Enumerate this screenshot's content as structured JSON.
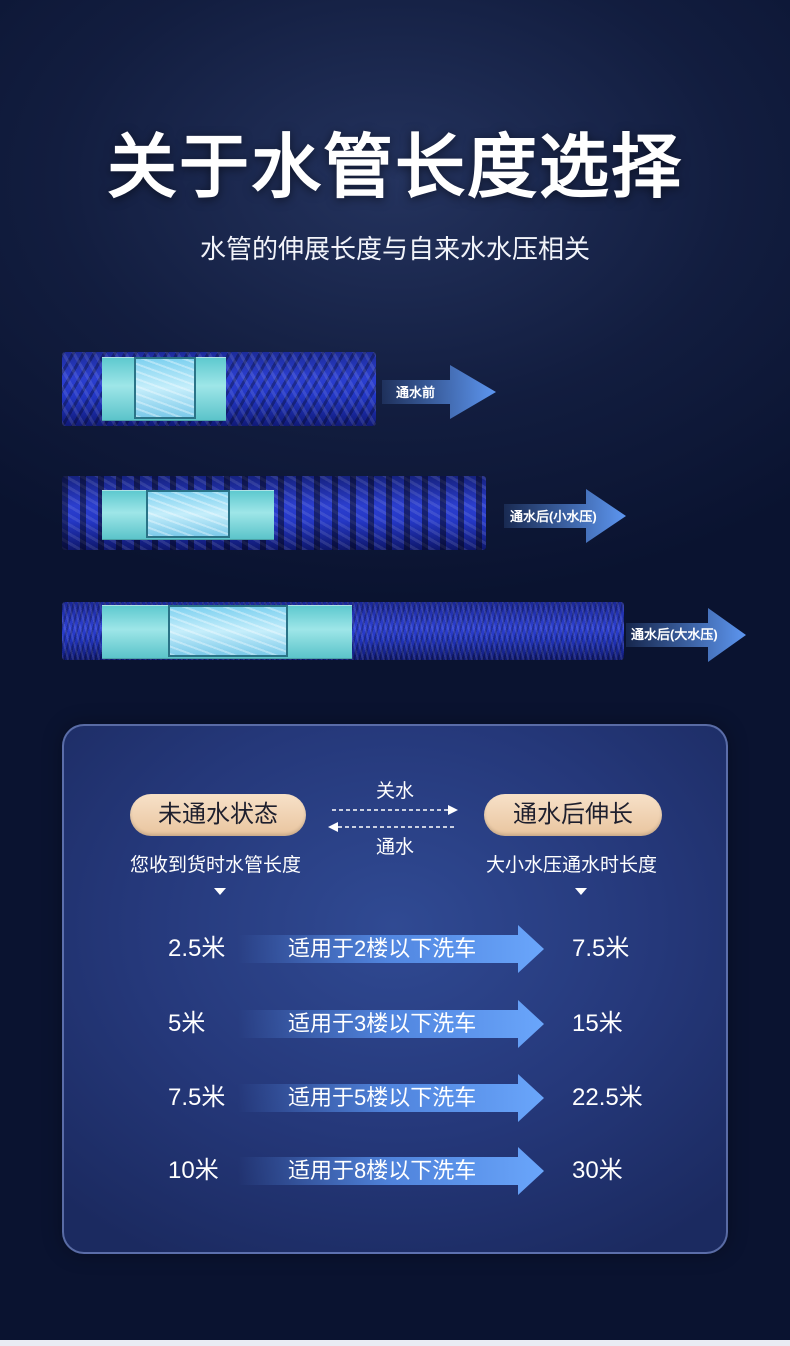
{
  "header": {
    "title": "关于水管长度选择",
    "subtitle": "水管的伸展长度与自来水水压相关"
  },
  "hoses": [
    {
      "label": "通水前"
    },
    {
      "label": "通水后(小水压)"
    },
    {
      "label": "通水后(大水压)"
    }
  ],
  "panel": {
    "left_pill": "未通水状态",
    "right_pill": "通水后伸长",
    "top_arrow_label": "关水",
    "bottom_arrow_label": "通水",
    "left_caption": "您收到货时水管长度",
    "right_caption": "大小水压通水时长度",
    "rows": [
      {
        "before": "2.5米",
        "usage": "适用于2楼以下洗车",
        "after": "7.5米"
      },
      {
        "before": "5米",
        "usage": "适用于3楼以下洗车",
        "after": "15米"
      },
      {
        "before": "7.5米",
        "usage": "适用于5楼以下洗车",
        "after": "22.5米"
      },
      {
        "before": "10米",
        "usage": "适用于8楼以下洗车",
        "after": "30米"
      }
    ]
  },
  "colors": {
    "background": "#121d3f",
    "hose_blue": "#2c3fd0",
    "tube_teal": "#9ee6e8",
    "pill_beige": "#f0d2b2",
    "arrow_blue": "#5b97f5"
  }
}
